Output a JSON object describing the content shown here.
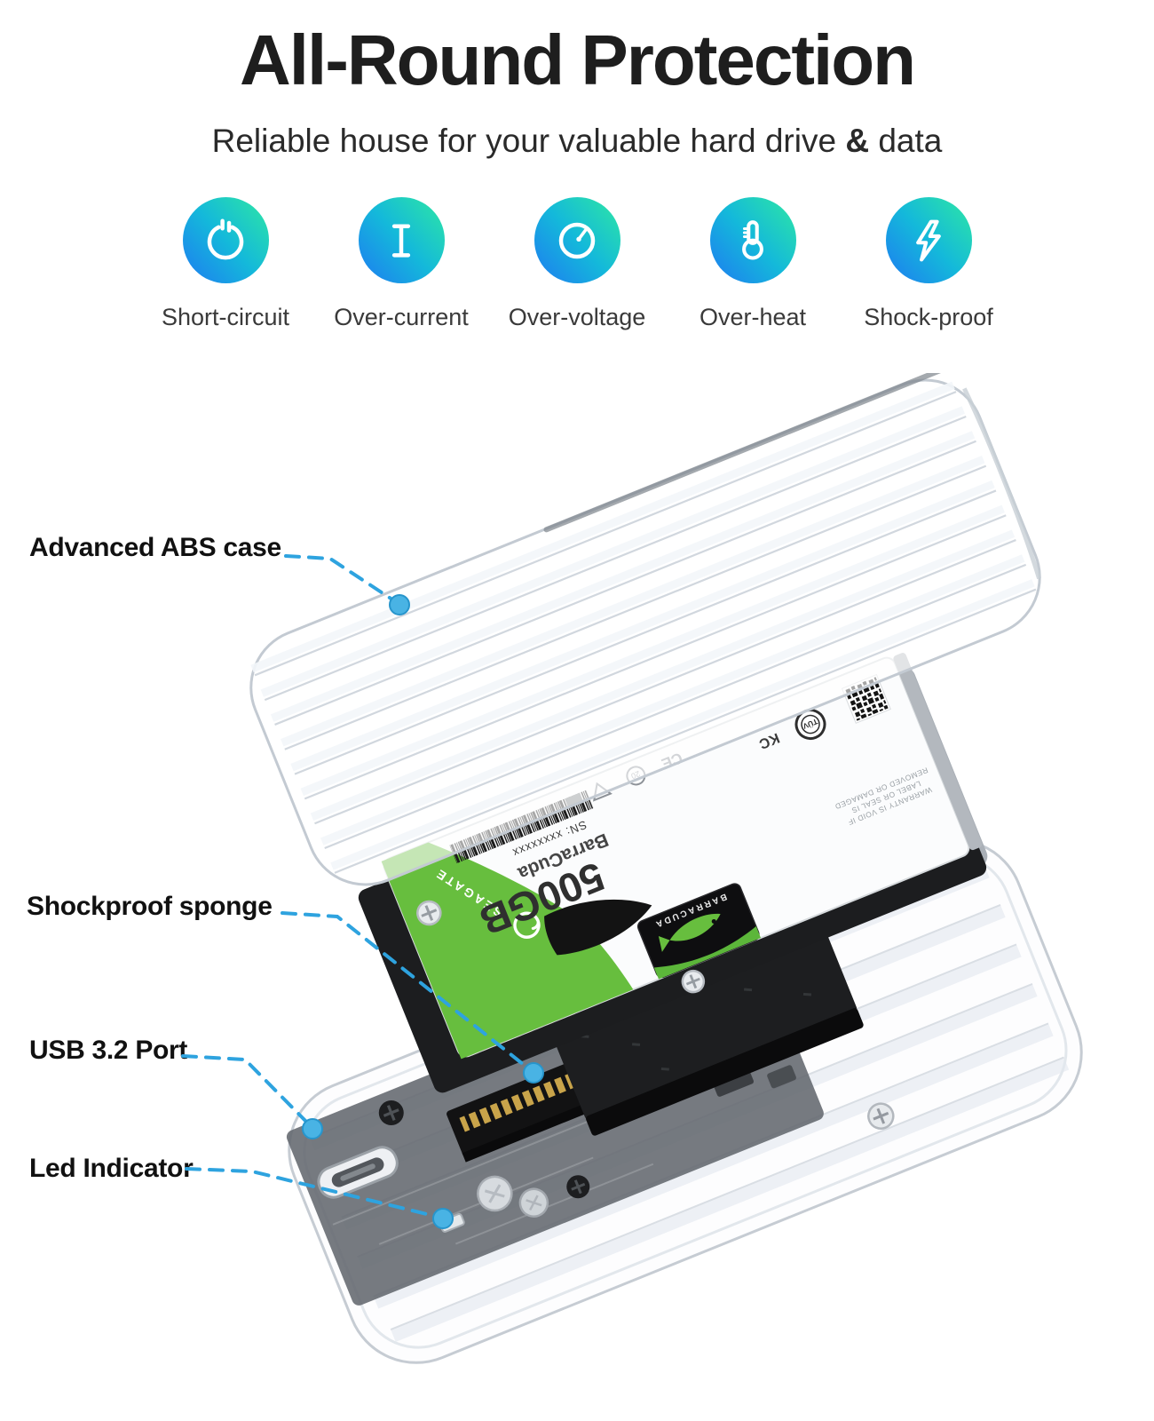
{
  "header": {
    "title": "All-Round Protection",
    "subtitle": {
      "before": "Reliable house for your valuable hard drive ",
      "amp": "&",
      "after": " data"
    }
  },
  "features": [
    {
      "label": "Short-circuit",
      "icon": "power-icon"
    },
    {
      "label": "Over-current",
      "icon": "current-icon"
    },
    {
      "label": "Over-voltage",
      "icon": "gauge-icon"
    },
    {
      "label": "Over-heat",
      "icon": "thermometer-icon"
    },
    {
      "label": "Shock-proof",
      "icon": "lightning-icon"
    }
  ],
  "callouts": [
    {
      "label": "Advanced ABS case"
    },
    {
      "label": "Shockproof sponge"
    },
    {
      "label": "USB 3.2 Port"
    },
    {
      "label": "Led Indicator"
    }
  ],
  "drive": {
    "brand": "SEAGATE",
    "capacity": "500GB",
    "model": "BarraCuda",
    "serial": "SN: xxxxxxxx",
    "badge": "BARRACUDA",
    "warranty_lines": [
      "WARRANTY IS VOID IF",
      "LABEL OR SEAL IS",
      "REMOVED OR DAMAGED"
    ],
    "cert_ce": "CE",
    "cert_recycle": "20",
    "cert_tuv": "TÜV",
    "cert_kc": "KC"
  },
  "colors": {
    "accent_line": "#2ea3df",
    "accent_dot": "#49b3e4",
    "icon_gradient_start": "#1e7bf1",
    "icon_gradient_mid": "#14b9da",
    "icon_gradient_end": "#2ee8a3",
    "seagate_green": "#67be3e",
    "sponge_black": "#1d1e20"
  }
}
